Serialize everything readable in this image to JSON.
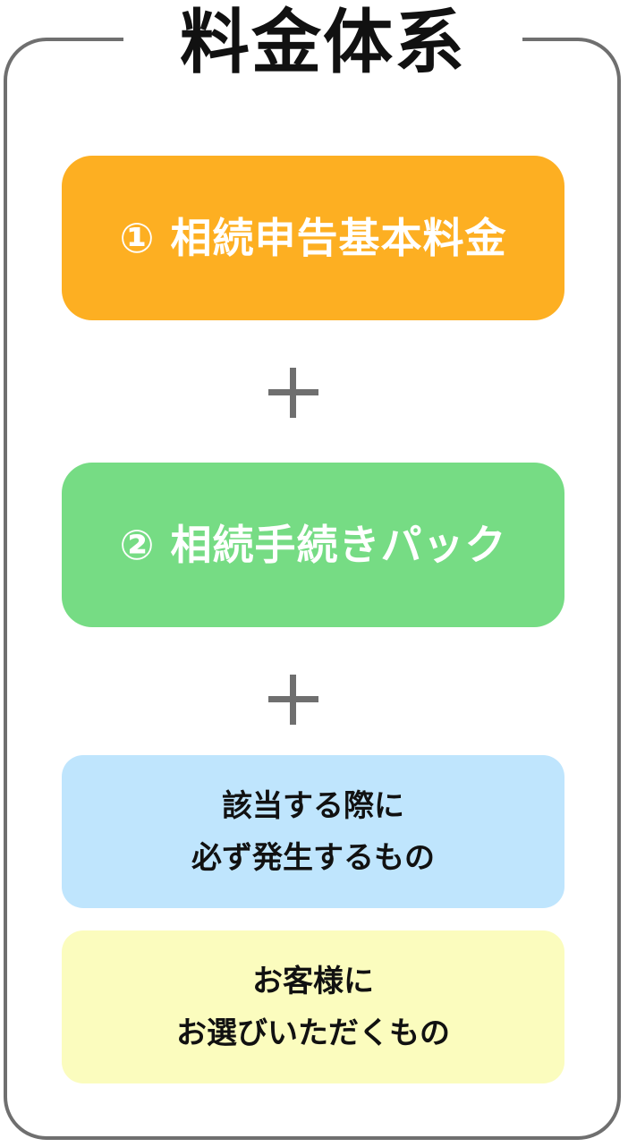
{
  "title": "料金体系",
  "boxes": [
    {
      "label": "① 相続申告基本料金",
      "color": "#fdaf22"
    },
    {
      "label": "② 相続手続きパック",
      "color": "#76dc84"
    },
    {
      "lines": [
        "該当する際に",
        "必ず発生するもの"
      ],
      "color": "#bfe5fd"
    },
    {
      "lines": [
        "お客様に",
        "お選びいただくもの"
      ],
      "color": "#fbfcbe"
    }
  ],
  "connectors": [
    {
      "symbol": "plus",
      "color": "#6f6f6f"
    },
    {
      "symbol": "plus",
      "color": "#6f6f6f"
    }
  ]
}
